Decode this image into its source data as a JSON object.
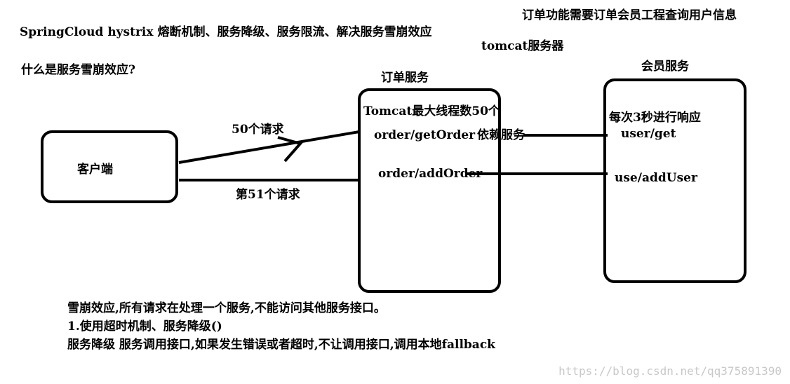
{
  "header": {
    "title": "SpringCloud hystrix  熔断机制、服务降级、服务限流、解决服务雪崩效应",
    "question": "什么是服务雪崩效应?",
    "note_top_right": "订单功能需要订单会员工程查询用户信息",
    "tomcat_server": "tomcat服务器"
  },
  "client": {
    "label": "客户端"
  },
  "order_service": {
    "title": "订单服务",
    "max_threads": "Tomcat最大线程数50个",
    "endpoint_get": "order/getOrder",
    "depends": "依赖服务",
    "endpoint_add": "order/addOrder"
  },
  "member_service": {
    "title": "会员服务",
    "response_note": "每次3秒进行响应",
    "endpoint_get": "user/get",
    "endpoint_add": "use/addUser"
  },
  "arrows": {
    "requests_50": "50个请求",
    "request_51": "第51个请求"
  },
  "notes": {
    "line1": "雪崩效应,所有请求在处理一个服务,不能访问其他服务接口。",
    "line2": "1.使用超时机制、服务降级()",
    "line3": "服务降级 服务调用接口,如果发生错误或者超时,不让调用接口,调用本地fallback"
  },
  "watermark": "https://blog.csdn.net/qq375891390"
}
